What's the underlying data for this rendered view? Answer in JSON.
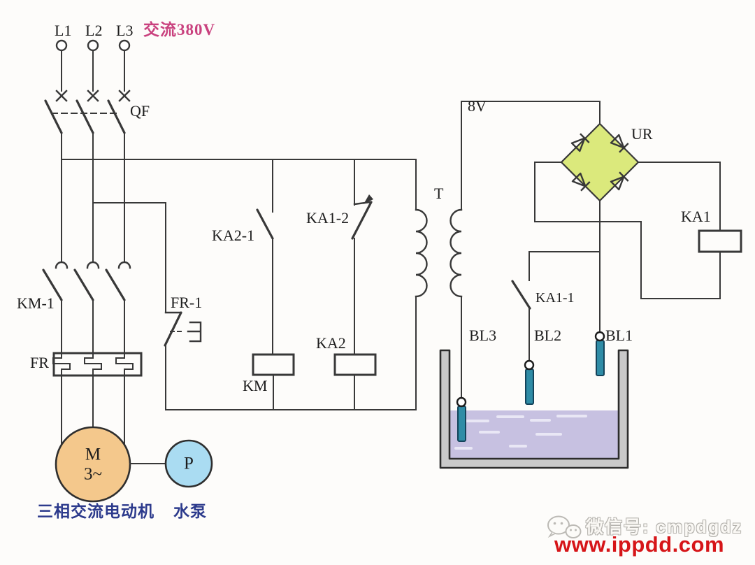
{
  "labels": {
    "phase_l1": "L1",
    "phase_l2": "L2",
    "phase_l3": "L3",
    "supply": "交流380V",
    "breaker": "QF",
    "contactor_main": "KM-1",
    "thermal_relay": "FR",
    "thermal_contact": "FR-1",
    "relay_contact_ka2_1": "KA2-1",
    "relay_contact_ka1_2": "KA1-2",
    "contactor_coil": "KM",
    "relay_coil_ka2": "KA2",
    "transformer": "T",
    "secondary_voltage": "8V",
    "rectifier": "UR",
    "relay_coil_ka1": "KA1",
    "relay_contact_ka1_1": "KA1-1",
    "electrode_bl3": "BL3",
    "electrode_bl2": "BL2",
    "electrode_bl1": "BL1",
    "motor_letter": "M",
    "motor_phases": "3~",
    "pump_letter": "P",
    "motor_caption": "三相交流电动机",
    "pump_caption": "水泵"
  },
  "watermark": {
    "wechat_id": "微信号: cmpdgdz",
    "website": "www.ippdd.com"
  },
  "icons": {
    "wechat": "wechat-bubbles-icon"
  },
  "colors": {
    "bg": "#fdfcfa",
    "wire": "#383838",
    "magenta": "#c9417e",
    "navy": "#2c3a8c",
    "motor": "#f4c88c",
    "pump": "#aadcf2",
    "bridge": "#dbe97c",
    "water": "#c7c1e1",
    "streak": "#e9e7f5",
    "tank": "#c9c9c9",
    "electrode": "#2f8ca6",
    "redurl": "#d61518",
    "wmgray": "#b5b3ae"
  }
}
